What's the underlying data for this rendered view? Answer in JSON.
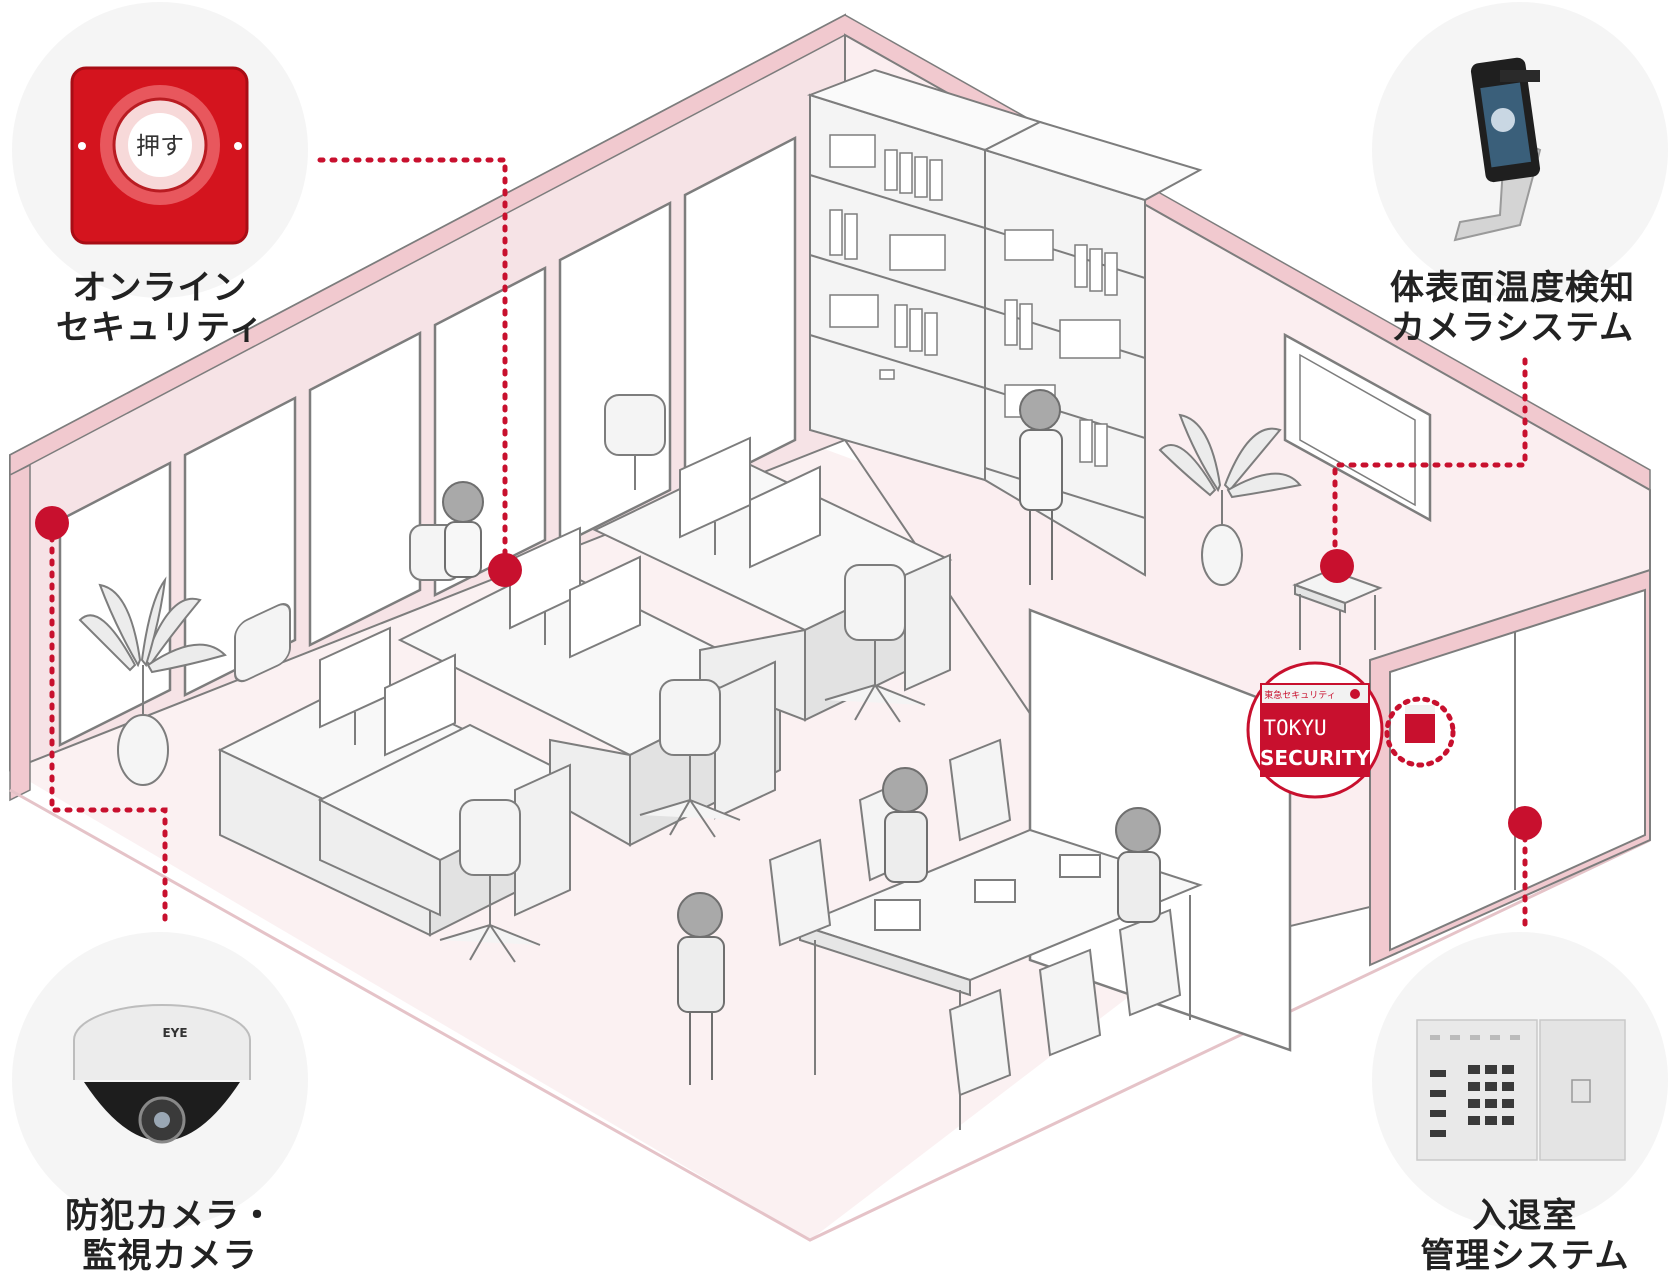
{
  "colors": {
    "accent": "#c8102e",
    "wall_fill": "#f6e3e6",
    "floor_fill": "#fbf1f2",
    "line": "#7d7d7d",
    "furniture_fill": "#f2f2f2",
    "person_fill": "#a9a9a9",
    "circle_fill": "#f5f5f5"
  },
  "devices": {
    "online_security": {
      "icon": "alarm-button-icon",
      "button_text": "押す",
      "label_lines": [
        "オンライン",
        "セキュリティ"
      ]
    },
    "thermal_camera": {
      "icon": "thermal-camera-tablet-icon",
      "label_lines": [
        "体表面温度検知",
        "カメラシステム"
      ]
    },
    "security_camera": {
      "icon": "dome-camera-icon",
      "brand_text": "EYE",
      "label_lines": [
        "防犯カメラ・",
        "監視カメラ"
      ]
    },
    "access_control": {
      "icon": "keypad-panel-icon",
      "label_lines": [
        "入退室",
        "管理システム"
      ]
    }
  },
  "sticker": {
    "small_text": "東急セキュリティ",
    "brand_line1": "TOKYU",
    "brand_line2": "SECURITY"
  }
}
